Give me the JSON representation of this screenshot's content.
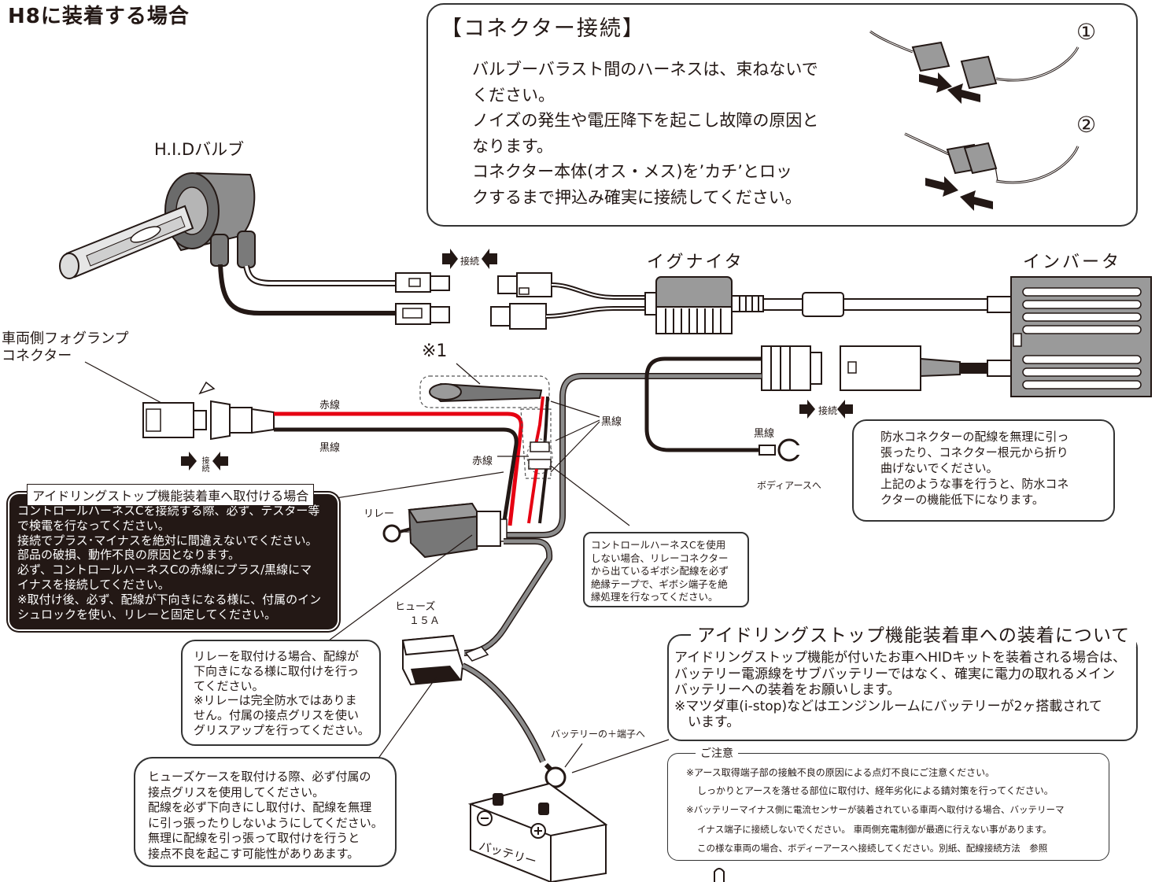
{
  "title": "H8に装着する場合",
  "connector_box": {
    "heading": "【コネクター接続】",
    "lines": [
      "バルブーバラスト間のハーネスは、束ねないで",
      "ください。",
      "ノイズの発生や電圧降下を起こし故障の原因と",
      "なります。",
      "コネクター本体(オス・メス)を’カチ’とロッ",
      "クするまで押込み確実に接続してください。"
    ],
    "step1": "①",
    "step2": "②"
  },
  "labels": {
    "hid_bulb": "H.I.Dバルブ",
    "ignitor": "イグナイタ",
    "inverter": "インバータ",
    "connect": "接続",
    "fog_lamp_connector": [
      "車両側フォグランプ",
      "コネクター"
    ],
    "note1": "※1",
    "red_wire": "赤線",
    "black_wire": "黒線",
    "relay": "リレー",
    "fuse": [
      "ヒューズ",
      "１５Ａ"
    ],
    "battery_plus": "バッテリーの＋端子へ",
    "body_earth": "ボディアースへ",
    "battery": "バッテリー"
  },
  "waterproof_note": [
    "防水コネクターの配線を無理に引っ",
    "張ったり、コネクター根元から折り",
    "曲げないでください。",
    "上記のような事を行うと、防水コネ",
    "クターの機能低下になります。"
  ],
  "idling_stop_install": {
    "tag": "アイドリングストップ機能装着車へ取付ける場合",
    "lines": [
      "コントロールハーネスCを接続する際、必ず、テスター等",
      "で検電を行なってください。",
      "接続でプラス･マイナスを絶対に間違えないでください。",
      "部品の破損、動作不良の原因となります。",
      "必ず、コントロールハーネスCの赤線にプラス/黒線にマ",
      "イナスを接続してください。",
      "※取付け後、必ず、配線が下向きになる様に、付属のイン",
      "シュロックを使い、リレーと固定してください。"
    ]
  },
  "control_harness_note": [
    "コントロールハーネスCを使用",
    "しない場合、リレーコネクター",
    "から出ているギボシ配線を必ず",
    "絶縁テープで、ギボシ端子を絶",
    "縁処理を行なってください。"
  ],
  "relay_note": [
    "リレーを取付ける場合、配線が",
    "下向きになる様に取付けを行っ",
    "てください。",
    "※リレーは完全防水ではありま",
    "せん。付属の接点グリスを使い",
    "グリスアップを行ってください。"
  ],
  "fuse_note": [
    "ヒューズケースを取付ける際、必ず付属の",
    "接点グリスを使用してください。",
    "配線を必ず下向きにし取付け、配線を無理",
    "に引っ張ったりしないようにしてください。",
    "無理に配線を引っ張って取付けを行うと",
    "接点不良を起こす可能性がありあます。"
  ],
  "idling_stop_about": {
    "heading": "アイドリングストップ機能装着車への装着について",
    "lines": [
      "アイドリングストップ機能が付いたお車へHIDキットを装着される場合は、",
      "バッテリー電源線をサブバッテリーではなく、確実に電力の取れるメイン",
      "バッテリーへの装着をお願いします。",
      "※マツダ車(i-stop)などはエンジンルームにバッテリーが2ヶ搭載されて",
      "　います。"
    ]
  },
  "caution": {
    "heading": "ご注意",
    "lines": [
      "※アース取得端子部の接触不良の原因による点灯不良にご注意ください。",
      "しっかりとアースを落せる部位に取付け、経年劣化による錆対策を行ってください。",
      "※バッテリーマイナス側に電流センサーが装着されている車両へ取付ける場合、バッテリーマ",
      "イナス端子に接続しないでください。 車両側充電制御が最適に行えない事があります。",
      "この様な車両の場合、ボディーアースへ接続してください。別紙、配線接続方法　参照"
    ]
  },
  "colors": {
    "ink": "#231815",
    "red_wire": "#e60012",
    "gray_wire": "#8c8c8c",
    "body_gray": "#9a9a9a"
  }
}
